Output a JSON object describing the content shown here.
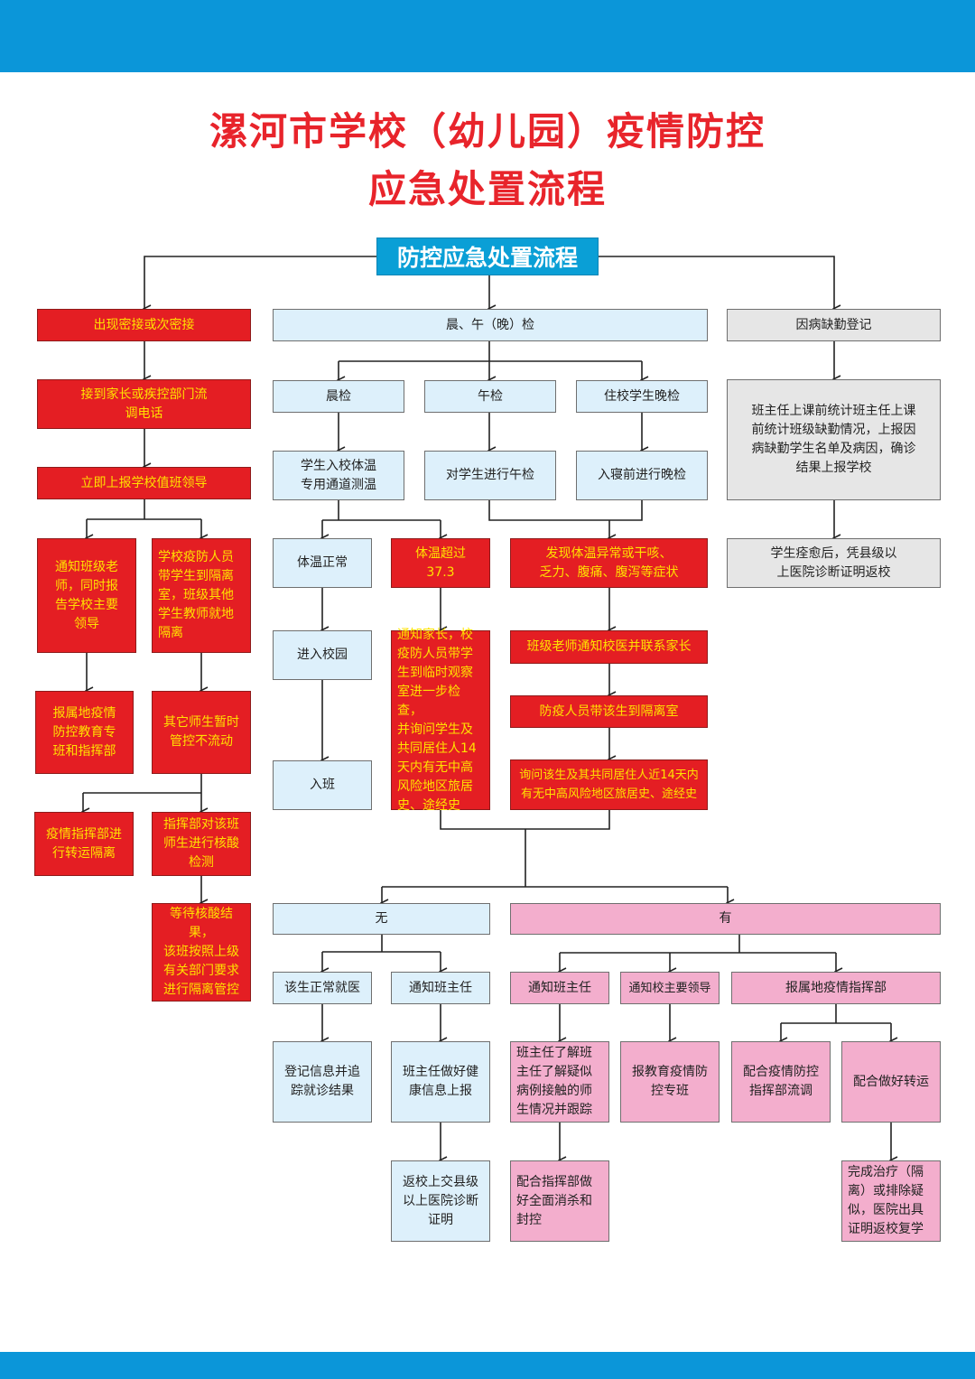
{
  "title": {
    "line1": "漯河市学校（幼儿园）疫情防控",
    "line2": "应急处置流程"
  },
  "banner": "防控应急处置流程",
  "colors": {
    "band": "#0b96d9",
    "title": "#e8242b",
    "red_box": "#e41e23",
    "red_text": "#ffe100",
    "blue_box": "#ddf0fb",
    "gray_box": "#e6e6e6",
    "pink_box": "#f3aecd"
  },
  "left": {
    "close_contact": "出现密接或次密接",
    "receive_call": "接到家长或疾控部门流\n调电话",
    "report_leader": "立即上报学校值班领导",
    "notify_teacher": "通知班级老\n师，同时报\n告学校主要\n领导",
    "isolate_staff": "学校疫防人员\n带学生到隔离\n室，班级其他\n学生教师就地\n隔离",
    "report_local": "报属地疫情\n防控教育专\n班和指挥部",
    "no_move": "其它师生暂时\n管控不流动",
    "transfer": "疫情指挥部进\n行转运隔离",
    "nucleic_test": "指挥部对该班\n师生进行核酸\n检测",
    "wait_result": "等待核酸结果，\n该班按照上级\n有关部门要求\n进行隔离管控"
  },
  "middle": {
    "check": "晨、午（晚）检",
    "morning": "晨检",
    "noon": "午检",
    "evening": "住校学生晚检",
    "morning_temp": "学生入校体温\n专用通道测温",
    "noon_check": "对学生进行午检",
    "evening_check": "入寝前进行晚检",
    "temp_normal": "体温正常",
    "temp_high": "体温超过\n37.3",
    "symptoms": "发现体温异常或干咳、\n乏力、腹痛、腹泻等症状",
    "enter_campus": "进入校园",
    "enter_class": "入班",
    "notify_parent": "通知家长，校\n疫防人员带学\n生到临时观察\n室进一步检查，\n并询问学生及\n共同居住人14\n天内有无中高\n风险地区旅居\n史、途经史",
    "class_teacher_doctor": "班级老师通知校医并联系家长",
    "to_isolation": "防疫人员带该生到隔离室",
    "ask_history": "询问该生及其共同居住人近14天内\n有无中高风险地区旅居史、途经史"
  },
  "right": {
    "absence": "因病缺勤登记",
    "absence_detail": "班主任上课前统计班主任上课\n前统计班级缺勤情况，上报因\n病缺勤学生名单及病因，确诊\n结果上报学校",
    "return_school": "学生痊愈后，凭县级以\n上医院诊断证明返校"
  },
  "branch": {
    "no": "无",
    "yes": "有",
    "normal_doctor": "该生正常就医",
    "notify_head_no": "通知班主任",
    "record_info": "登记信息并追\n踪就诊结果",
    "health_report": "班主任做好健\n康信息上报",
    "return_cert": "返校上交县级\n以上医院诊断\n证明",
    "notify_head_yes": "通知班主任",
    "notify_principal": "通知校主要领导",
    "report_command": "报属地疫情指挥部",
    "understand_contacts": "班主任了解班\n主任了解疑似\n病例接触的师\n生情况并跟踪",
    "report_edu": "报教育疫情防\n控专班",
    "coop_trace": "配合疫情防控\n指挥部流调",
    "coop_transfer": "配合做好转运",
    "coop_disinfect": "配合指挥部做\n好全面消杀和\n封控",
    "complete_treatment": "完成治疗（隔\n离）或排除疑\n似，医院出具\n证明返校复学"
  }
}
